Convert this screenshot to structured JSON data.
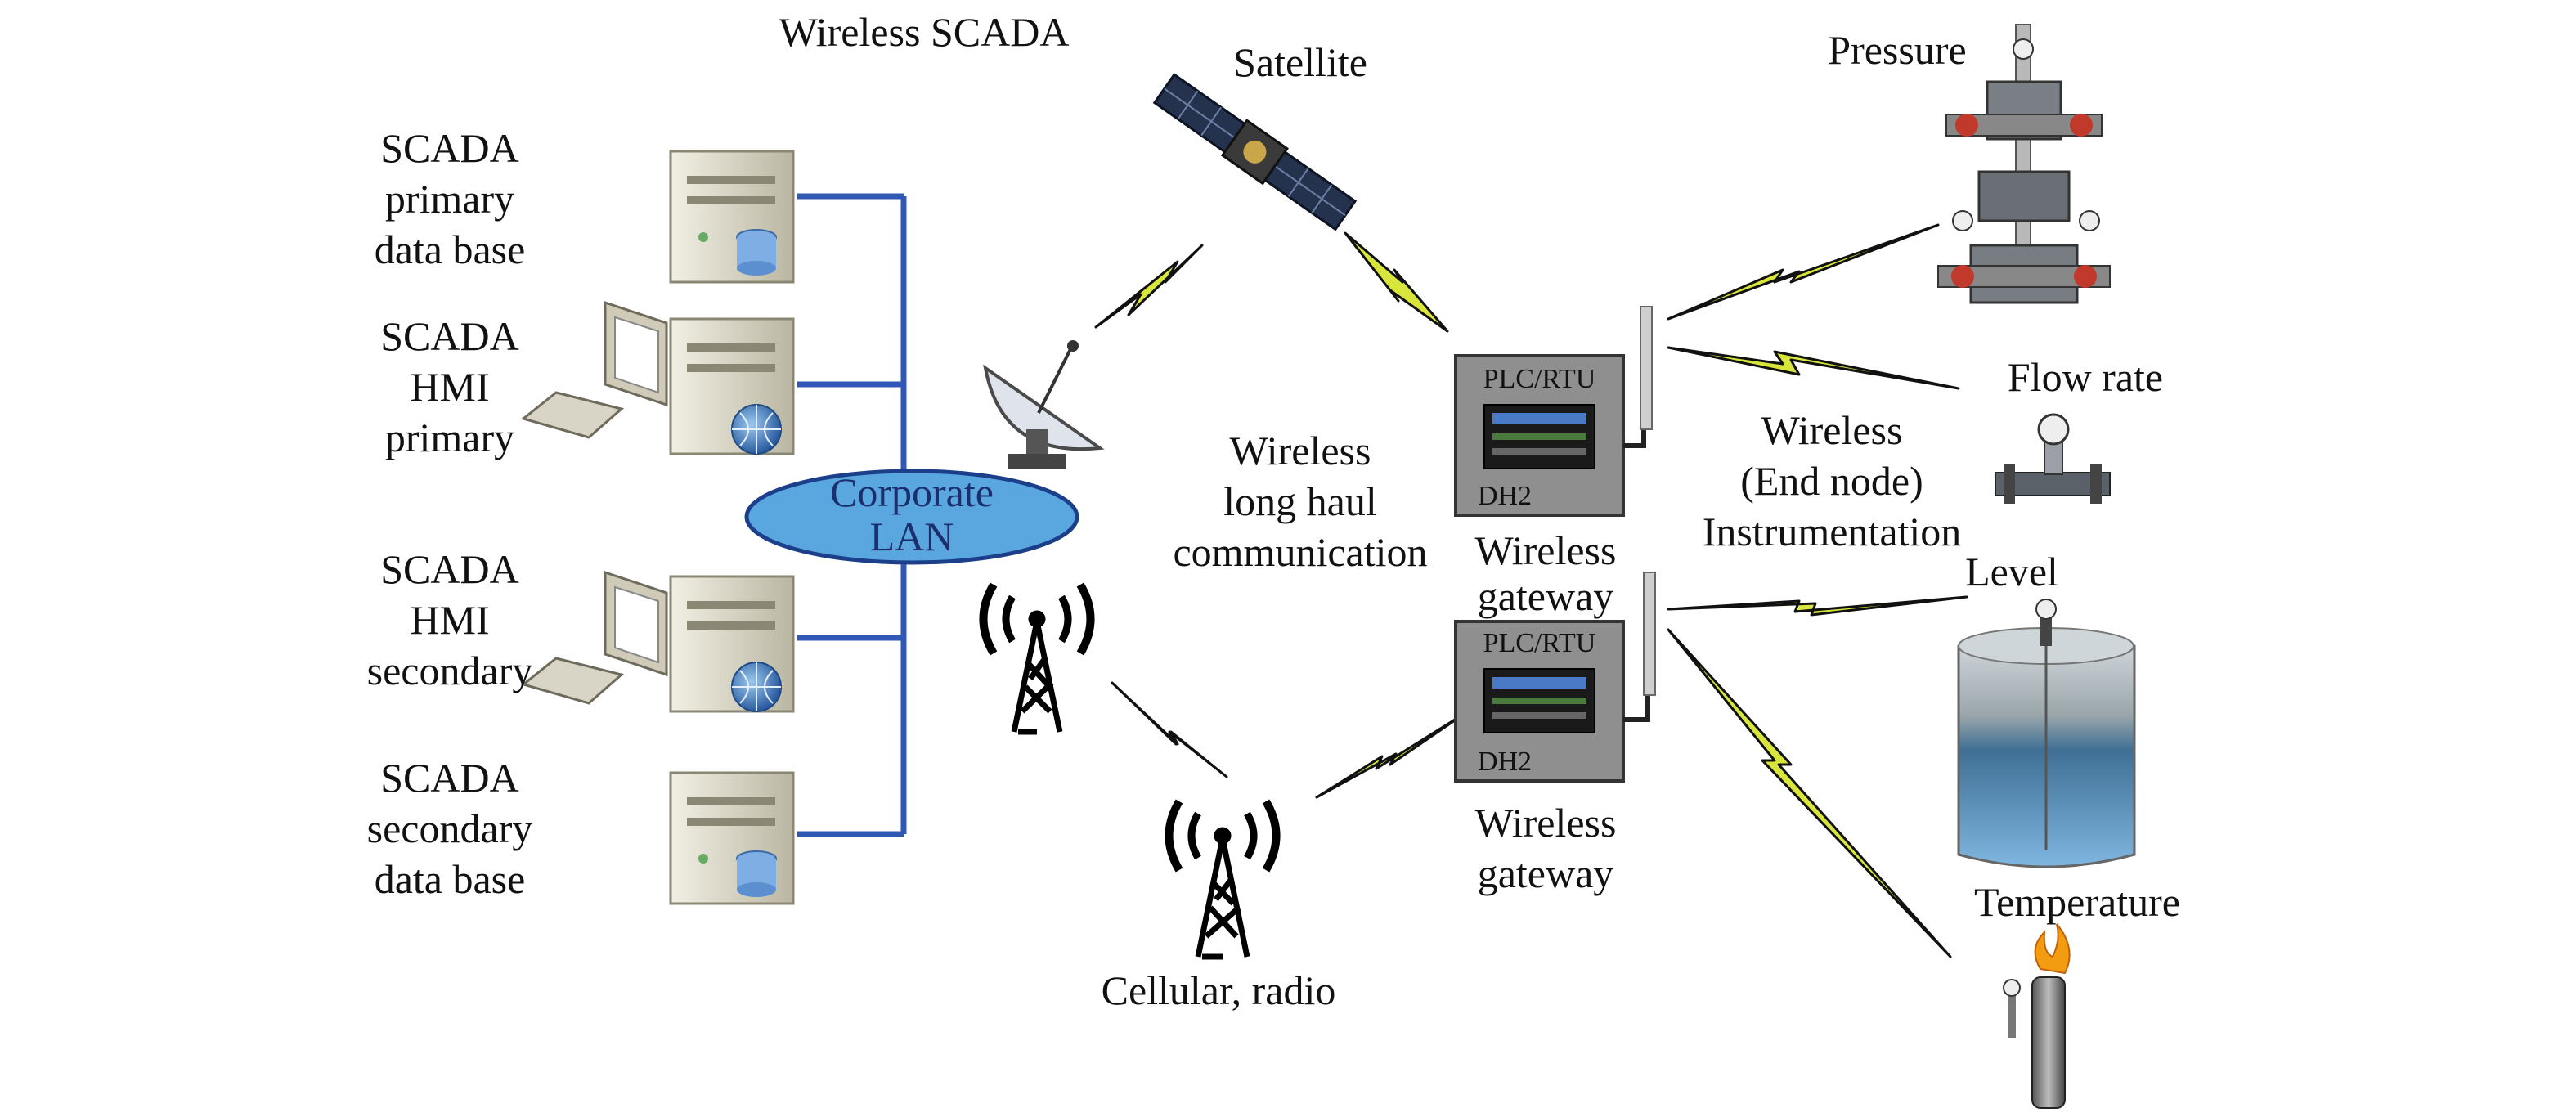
{
  "title": "Wireless SCADA",
  "colors": {
    "lan_line": "#2f59b5",
    "lan_ellipse": "#5aa7e0",
    "zigzag": "#d8e63c",
    "server": "#d9d6c3",
    "box": "#8a8a8a"
  },
  "servers": [
    {
      "lines": [
        "SCADA",
        "primary",
        "data base"
      ],
      "icon": "database-server-icon"
    },
    {
      "lines": [
        "SCADA",
        "HMI",
        "primary"
      ],
      "icon": "hmi-workstation-icon"
    },
    {
      "lines": [
        "SCADA",
        "HMI",
        "secondary"
      ],
      "icon": "hmi-workstation-icon"
    },
    {
      "lines": [
        "SCADA",
        "secondary",
        "data base"
      ],
      "icon": "database-server-icon"
    }
  ],
  "lan": {
    "line1": "Corporate",
    "line2": "LAN"
  },
  "satellite": "Satellite",
  "longhaul": [
    "Wireless",
    "long haul",
    "communication"
  ],
  "cellular": "Cellular, radio",
  "gateways": [
    {
      "top": "PLC/RTU",
      "bottom": "DH2",
      "caption": [
        "Wireless",
        "gateway"
      ]
    },
    {
      "top": "PLC/RTU",
      "bottom": "DH2",
      "caption": [
        "Wireless",
        "gateway"
      ]
    }
  ],
  "endnode": [
    "Wireless",
    "(End node)",
    "Instrumentation"
  ],
  "instruments": [
    {
      "label": "Pressure",
      "icon": "wellhead-icon"
    },
    {
      "label": "Flow rate",
      "icon": "flow-meter-icon"
    },
    {
      "label": "Level",
      "icon": "tank-icon"
    },
    {
      "label": "Temperature",
      "icon": "flame-cylinder-icon"
    }
  ]
}
